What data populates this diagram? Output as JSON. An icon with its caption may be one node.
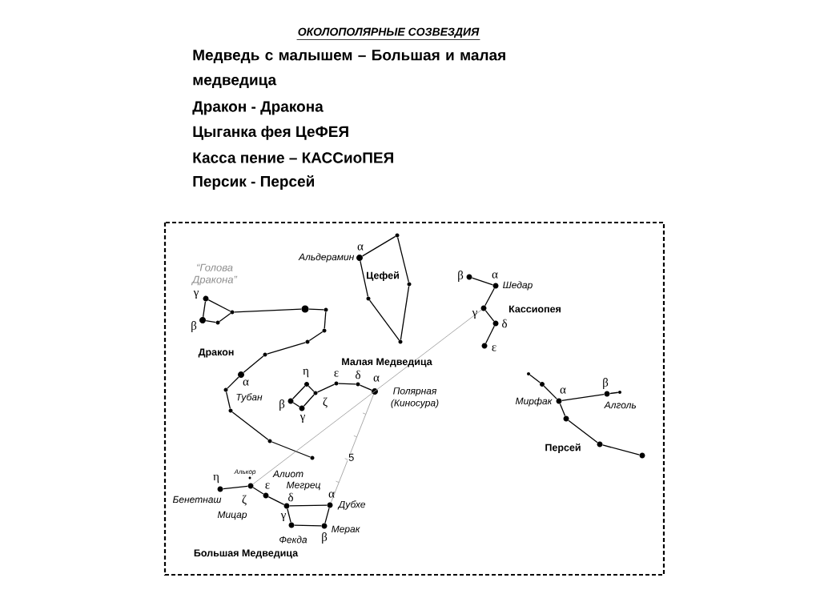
{
  "diagram": {
    "title": "ОКОЛОПОЛЯРНЫЕ СОЗВЕЗДИЯ",
    "nodes": [
      {
        "text": [],
        "shape": "circle",
        "beside": [
          "γ"
        ]
      },
      {
        "text": [],
        "shape": "circle",
        "beside": [
          "β"
        ]
      },
      {
        "text": [],
        "shape": "circle"
      },
      {
        "text": [],
        "shape": "circle"
      },
      {
        "text": [],
        "shape": "circle"
      },
      {
        "text": [],
        "shape": "circle"
      },
      {
        "text": [],
        "shape": "circle"
      },
      {
        "text": [],
        "shape": "circle"
      },
      {
        "text": [],
        "shape": "circle"
      },
      {
        "text": [],
        "shape": "circle",
        "beside": [
          "α",
          "Тубан"
        ]
      },
      {
        "text": [],
        "shape": "circle"
      },
      {
        "text": [],
        "shape": "circle"
      },
      {
        "text": [],
        "shape": "circle"
      },
      {
        "text": [],
        "shape": "circle"
      },
      {
        "text": [],
        "shape": "circle"
      },
      {
        "text": [],
        "shape": "circle",
        "beside": [
          "α",
          "Альдерамин"
        ]
      },
      {
        "text": [],
        "shape": "circle"
      },
      {
        "text": [],
        "shape": "circle"
      },
      {
        "text": [],
        "shape": "circle"
      },
      {
        "text": [],
        "shape": "circle",
        "beside": [
          "η"
        ]
      },
      {
        "text": [],
        "shape": "circle",
        "beside": [
          "ζ"
        ]
      },
      {
        "text": [],
        "shape": "circle",
        "beside": [
          "β"
        ]
      },
      {
        "text": [],
        "shape": "circle",
        "beside": [
          "γ"
        ]
      },
      {
        "text": [],
        "shape": "circle",
        "beside": [
          "ε"
        ]
      },
      {
        "text": [],
        "shape": "circle",
        "beside": [
          "δ"
        ]
      },
      {
        "text": [],
        "shape": "circle",
        "beside": [
          "α",
          "Полярная (Киносура)"
        ]
      },
      {
        "text": [],
        "shape": "circle",
        "beside": [
          "β"
        ]
      },
      {
        "text": [],
        "shape": "circle",
        "beside": [
          "α",
          "Шедар"
        ]
      },
      {
        "text": [],
        "shape": "circle",
        "beside": [
          "γ"
        ]
      },
      {
        "text": [],
        "shape": "circle",
        "beside": [
          "δ"
        ]
      },
      {
        "text": [],
        "shape": "circle",
        "beside": [
          "ε"
        ]
      },
      {
        "text": [],
        "shape": "circle"
      },
      {
        "text": [],
        "shape": "circle"
      },
      {
        "text": [],
        "shape": "circle",
        "beside": [
          "α",
          "Мирфак"
        ]
      },
      {
        "text": [],
        "shape": "circle",
        "beside": [
          "β",
          "Алголь"
        ]
      },
      {
        "text": [],
        "shape": "circle"
      },
      {
        "text": [],
        "shape": "circle"
      },
      {
        "text": [],
        "shape": "circle"
      },
      {
        "text": [],
        "shape": "circle"
      },
      {
        "text": [],
        "shape": "circle",
        "beside": [
          "η",
          "Бенетнаш"
        ]
      },
      {
        "text": [],
        "shape": "circle",
        "beside": [
          "Алькор"
        ]
      },
      {
        "text": [],
        "shape": "circle",
        "beside": [
          "ζ",
          "Мицар"
        ]
      },
      {
        "text": [],
        "shape": "circle",
        "beside": [
          "ε",
          "Алиот"
        ]
      },
      {
        "text": [],
        "shape": "circle",
        "beside": [
          "δ",
          "Мегрец"
        ]
      },
      {
        "text": [],
        "shape": "circle",
        "beside": [
          "α",
          "Дубхе"
        ]
      },
      {
        "text": [],
        "shape": "circle",
        "beside": [
          "β",
          "Мерак"
        ]
      },
      {
        "text": [],
        "shape": "circle",
        "beside": [
          "γ",
          "Фекда"
        ]
      }
    ],
    "edges": [
      {
        "from": 0,
        "to": 3,
        "arrow": "none"
      },
      {
        "from": 3,
        "to": 2,
        "arrow": "none"
      },
      {
        "from": 2,
        "to": 1,
        "arrow": "none"
      },
      {
        "from": 1,
        "to": 0,
        "arrow": "none"
      },
      {
        "from": 3,
        "to": 4,
        "arrow": "none"
      },
      {
        "from": 4,
        "to": 5,
        "arrow": "none"
      },
      {
        "from": 5,
        "to": 6,
        "arrow": "none"
      },
      {
        "from": 6,
        "to": 7,
        "arrow": "none"
      },
      {
        "from": 7,
        "to": 8,
        "arrow": "none"
      },
      {
        "from": 8,
        "to": 9,
        "arrow": "none"
      },
      {
        "from": 9,
        "to": 10,
        "arrow": "none"
      },
      {
        "from": 10,
        "to": 11,
        "arrow": "none"
      },
      {
        "from": 11,
        "to": 12,
        "arrow": "none"
      },
      {
        "from": 12,
        "to": 13,
        "arrow": "none"
      },
      {
        "from": 14,
        "to": 15,
        "arrow": "none"
      },
      {
        "from": 15,
        "to": 16,
        "arrow": "none"
      },
      {
        "from": 16,
        "to": 17,
        "arrow": "none"
      },
      {
        "from": 17,
        "to": 18,
        "arrow": "none"
      },
      {
        "from": 18,
        "to": 14,
        "arrow": "none"
      },
      {
        "from": 19,
        "to": 20,
        "arrow": "none"
      },
      {
        "from": 20,
        "to": 22,
        "arrow": "none"
      },
      {
        "from": 22,
        "to": 21,
        "arrow": "none"
      },
      {
        "from": 21,
        "to": 19,
        "arrow": "none"
      },
      {
        "from": 20,
        "to": 23,
        "arrow": "none"
      },
      {
        "from": 23,
        "to": 24,
        "arrow": "none"
      },
      {
        "from": 24,
        "to": 25,
        "arrow": "none"
      },
      {
        "from": 26,
        "to": 27,
        "arrow": "none"
      },
      {
        "from": 27,
        "to": 28,
        "arrow": "none"
      },
      {
        "from": 28,
        "to": 29,
        "arrow": "none"
      },
      {
        "from": 29,
        "to": 30,
        "arrow": "none"
      },
      {
        "from": 31,
        "to": 32,
        "arrow": "none"
      },
      {
        "from": 32,
        "to": 33,
        "arrow": "none"
      },
      {
        "from": 33,
        "to": 34,
        "arrow": "none"
      },
      {
        "from": 34,
        "to": 35,
        "arrow": "none"
      },
      {
        "from": 33,
        "to": 36,
        "arrow": "none"
      },
      {
        "from": 36,
        "to": 37,
        "arrow": "none"
      },
      {
        "from": 37,
        "to": 38,
        "arrow": "none"
      },
      {
        "from": 39,
        "to": 41,
        "arrow": "none"
      },
      {
        "from": 41,
        "to": 42,
        "arrow": "none"
      },
      {
        "from": 42,
        "to": 43,
        "arrow": "none"
      },
      {
        "from": 43,
        "to": 44,
        "arrow": "none"
      },
      {
        "from": 44,
        "to": 45,
        "arrow": "none"
      },
      {
        "from": 45,
        "to": 46,
        "arrow": "none"
      },
      {
        "from": 46,
        "to": 43,
        "arrow": "none"
      },
      {
        "from": 44,
        "to": 25,
        "arrow": "none",
        "label": "5",
        "color": "#a0a0a0"
      },
      {
        "from": 41,
        "to": 28,
        "arrow": "none",
        "color": "#a0a0a0"
      }
    ],
    "labels": [
      "Медведь с малышем – Большая и малая медведица",
      "Дракон - Дракона",
      "Цыганка фея ЦеФЕЯ",
      "Касса пение – КАССиоПЕЯ",
      "Персик - Персей",
      "“Голова Дракона”",
      "Цефей",
      "Кассиопея",
      "Дракон",
      "Малая Медведица",
      "Персей",
      "Большая Медведица"
    ]
  }
}
